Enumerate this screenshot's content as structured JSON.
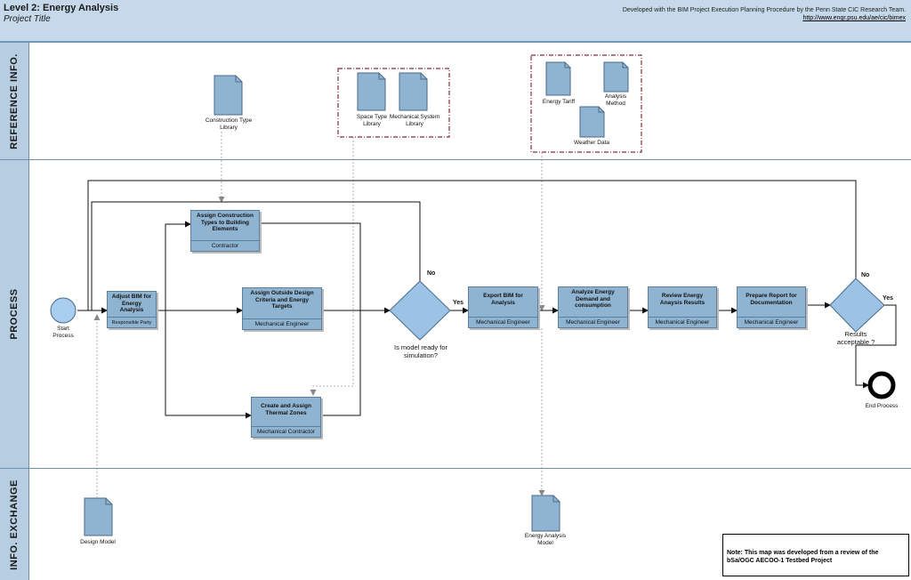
{
  "header": {
    "title": "Level 2: Energy Analysis",
    "subtitle": "Project Title",
    "credit": "Developed with the BIM Project Execution Planning Procedure by the Penn State CIC Research Team.",
    "link": "http://www.engr.psu.edu/ae/cic/bimex"
  },
  "lanes": {
    "reference": "REFERENCE INFO.",
    "process": "PROCESS",
    "exchange": "INFO. EXCHANGE"
  },
  "reference_docs": {
    "construction_type": "Construction Type Library",
    "space_type": "Space Type Library",
    "mechanical_system": "Mechanical System Library",
    "energy_tariff": "Energy Tariff",
    "analysis_method": "Analysis Method",
    "weather_data": "Weather Data"
  },
  "events": {
    "start": "Start Process",
    "end": "End Process"
  },
  "tasks": {
    "adjust_bim": {
      "title": "Adjust BIM for Energy Analysis",
      "role": "Responsible Party"
    },
    "assign_construction": {
      "title": "Assign Construction Types to Building Elements",
      "role": "Contractor"
    },
    "assign_outside": {
      "title": "Assign Outside Design Criteria and Energy Targets",
      "role": "Mechanical Engineer"
    },
    "thermal_zones": {
      "title": "Create and Assign Thermal Zones",
      "role": "Mechanical Contractor"
    },
    "export_bim": {
      "title": "Export BIM for Analysis",
      "role": "Mechanical Engineer"
    },
    "analyze_energy": {
      "title": "Analyze Energy Demand and consumption",
      "role": "Mechanical Engineer"
    },
    "review_results": {
      "title": "Review Energy Anaysis Results",
      "role": "Mechanical Engineer"
    },
    "prepare_report": {
      "title": "Prepare Report for Documentation",
      "role": "Mechanical Engineer"
    }
  },
  "decisions": {
    "model_ready": {
      "label": "Is model ready for simulation?",
      "yes": "Yes",
      "no": "No"
    },
    "results_ok": {
      "label": "Results acceptable ?",
      "yes": "Yes",
      "no": "No"
    }
  },
  "exchange_docs": {
    "design_model": "Design Model",
    "energy_model": "Energy Analysis Model"
  },
  "note": "Note: This map was developed from a review of the bSa/OGC AECOO-1 Testbed Project",
  "colors": {
    "header_bg": "#c5d9ea",
    "lane_label_bg": "#b7cee2",
    "task_fill": "#8fb4d2",
    "event_fill": "#a9cdee",
    "decision_fill": "#9cc3e6",
    "doc_fill": "#8fb4d2",
    "group_border": "#8b2b3a"
  },
  "icons": {
    "start_event": "circle-icon",
    "end_event": "bold-circle-icon",
    "decision": "diamond-icon",
    "document": "document-icon"
  }
}
